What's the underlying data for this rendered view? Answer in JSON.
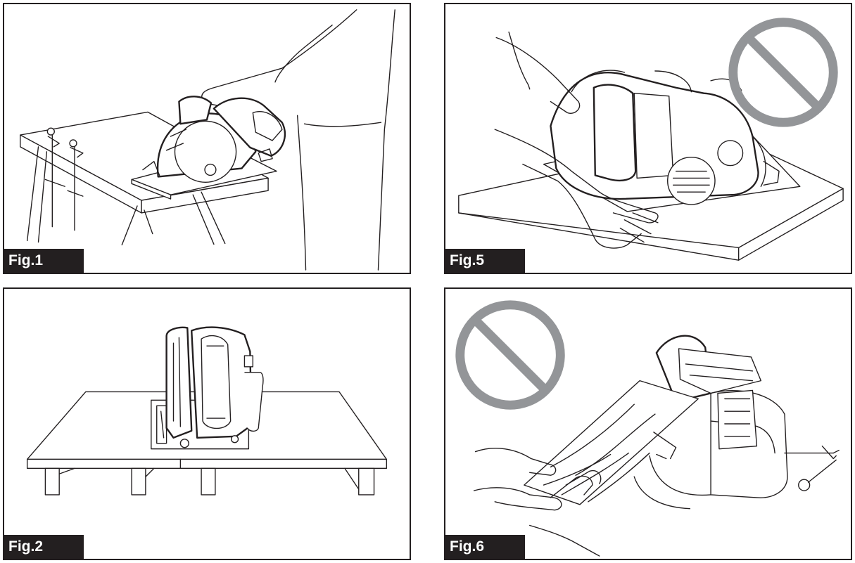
{
  "figures": [
    {
      "id": "p1",
      "label": "Fig.1",
      "prohibited": false
    },
    {
      "id": "p5",
      "label": "Fig.5",
      "prohibited": true
    },
    {
      "id": "p2",
      "label": "Fig.2",
      "prohibited": false
    },
    {
      "id": "p6",
      "label": "Fig.6",
      "prohibited": true
    }
  ],
  "colors": {
    "line": "#231f20",
    "label_bg": "#231f20",
    "label_text": "#ffffff",
    "prohibition": "#939598",
    "background": "#ffffff"
  },
  "icons": {
    "prohibition": "prohibition-icon"
  }
}
